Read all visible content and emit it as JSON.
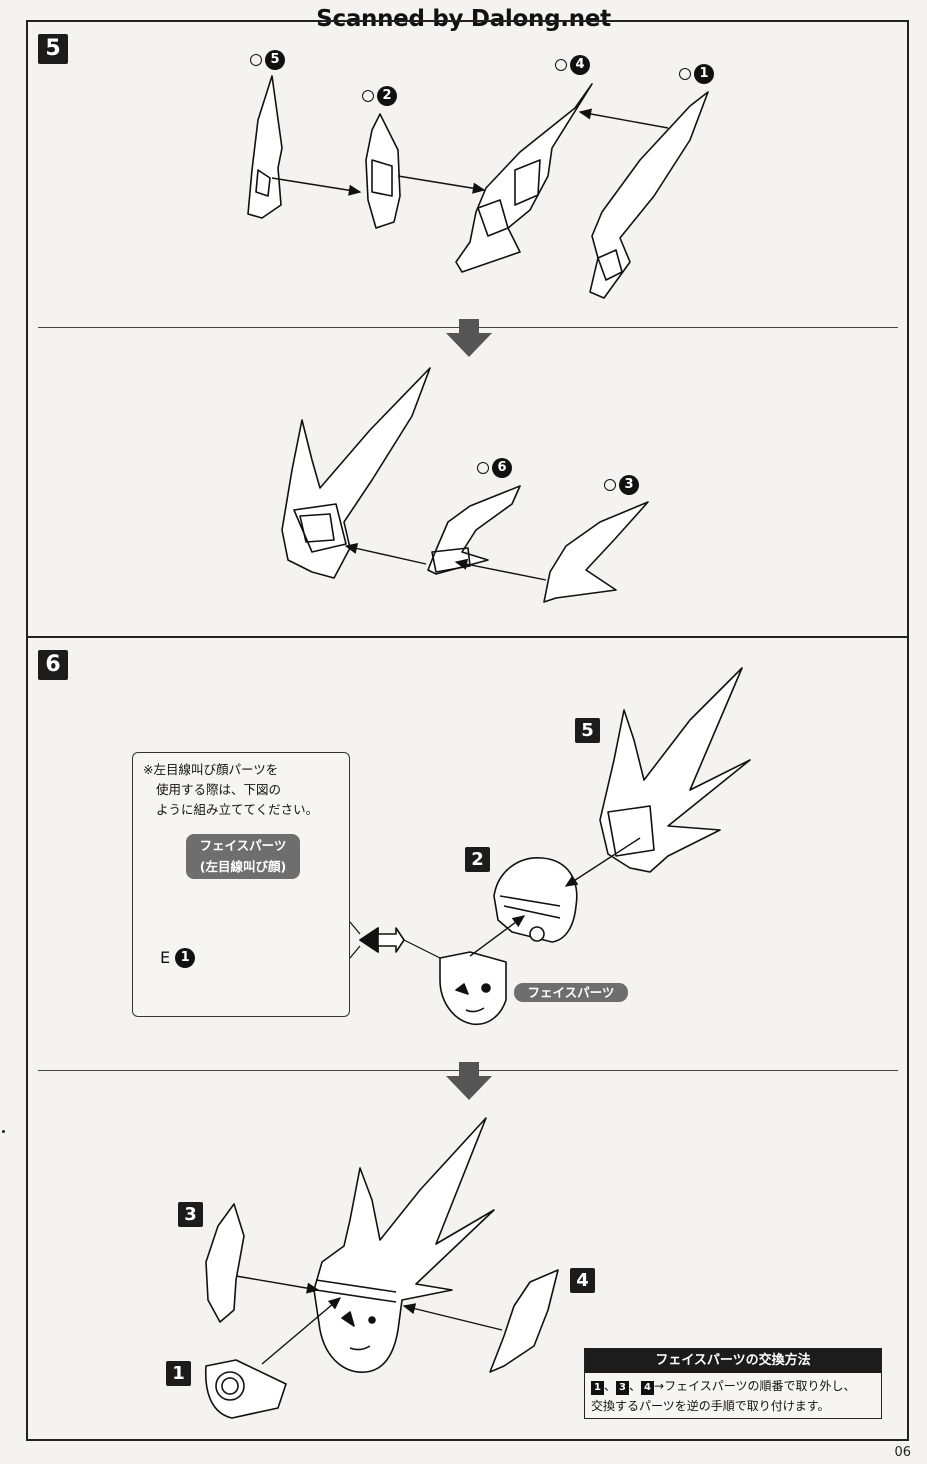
{
  "watermark": "Scanned by Dalong.net",
  "page_number": "06",
  "steps": {
    "step5": {
      "badge": "5",
      "top_labels": [
        {
          "prefix": "O",
          "number": "5"
        },
        {
          "prefix": "O",
          "number": "2"
        },
        {
          "prefix": "O",
          "number": "4"
        },
        {
          "prefix": "O",
          "number": "1"
        }
      ],
      "bottom_labels": [
        {
          "prefix": "O",
          "number": "6"
        },
        {
          "prefix": "O",
          "number": "3"
        }
      ]
    },
    "step6": {
      "badge": "6",
      "assembly_badges": [
        "5",
        "2"
      ],
      "face_parts_pill": "フェイスパーツ",
      "note": {
        "lines": [
          "※左目線叫び顔パーツを",
          "使用する際は、下図の",
          "ように組み立ててください。"
        ],
        "pill_line1": "フェイスパーツ",
        "pill_line2": "(左目線叫び顔)",
        "e_label": {
          "letter": "E",
          "number": "1"
        }
      },
      "final_badges": [
        "3",
        "4",
        "1"
      ]
    }
  },
  "info_box": {
    "title": "フェイスパーツの交換方法",
    "badge_numbers": [
      "1",
      "3",
      "4"
    ],
    "line1_rest": "→フェイスパーツの順番で取り外し、",
    "line2": "交換するパーツを逆の手順で取り付けます。"
  }
}
